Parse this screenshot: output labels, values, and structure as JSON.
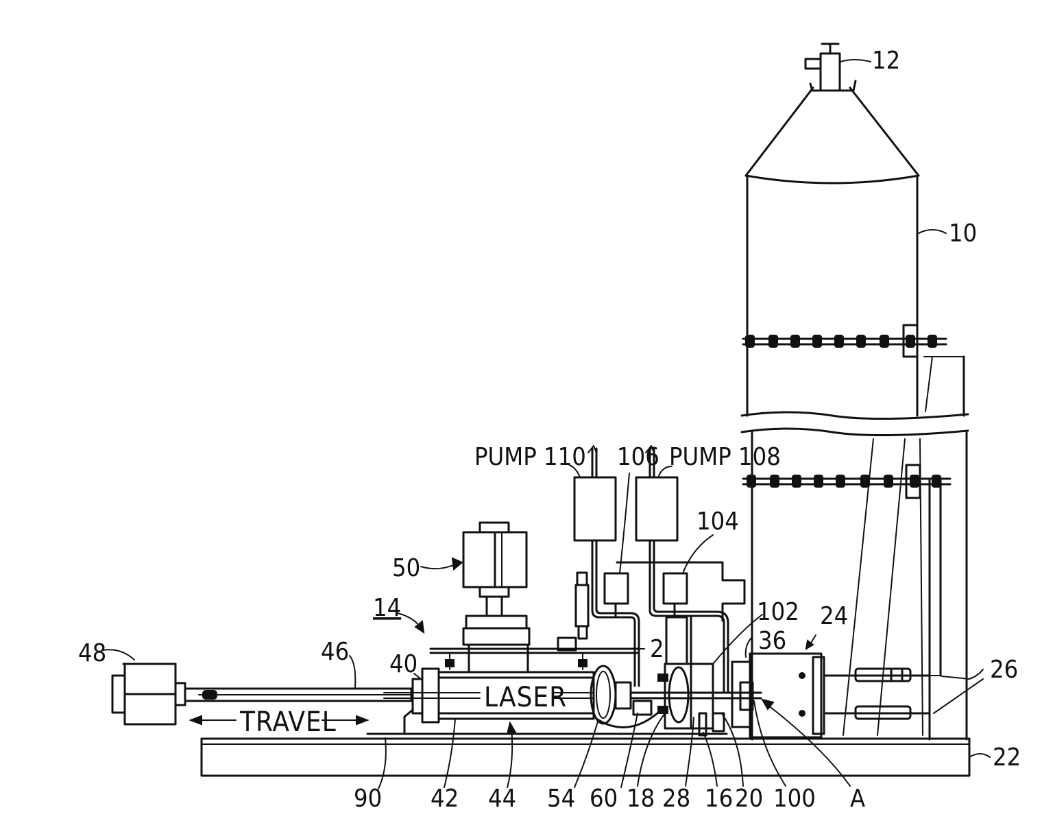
{
  "figure": {
    "labels": {
      "l12": "12",
      "l10": "10",
      "l26": "26",
      "l22": "22",
      "l24": "24",
      "l36": "36",
      "l102": "102",
      "l104": "104",
      "l106": "106",
      "l108": "PUMP 108",
      "l110": "PUMP 110",
      "l50": "50",
      "l14": "14",
      "l48": "48",
      "l46": "46",
      "l40": "40",
      "l2": "2",
      "laser": "LASER",
      "travel": "TRAVEL",
      "l90": "90",
      "l42": "42",
      "l44": "44",
      "l54": "54",
      "l60": "60",
      "l18": "18",
      "l28": "28",
      "l16": "16",
      "l20": "20",
      "l100": "100",
      "lA": "A"
    }
  }
}
